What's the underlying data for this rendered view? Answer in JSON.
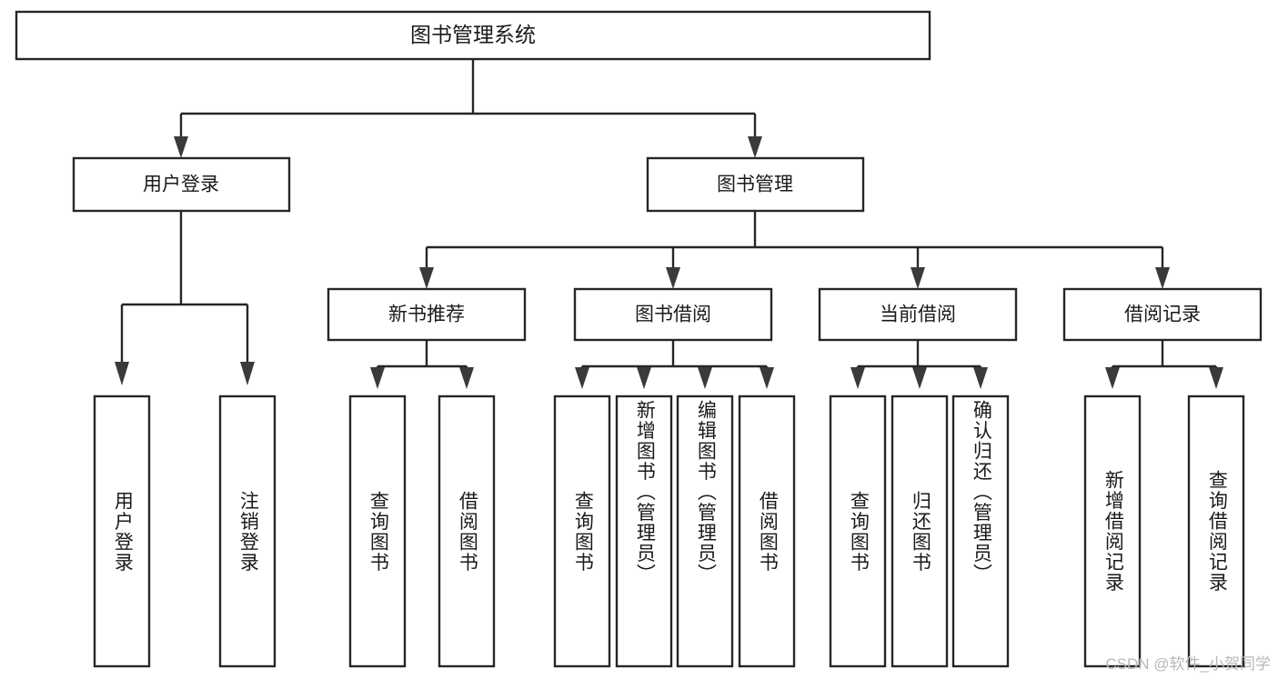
{
  "diagram": {
    "title": "图书管理系统",
    "type": "tree",
    "watermark": "CSDN @软件_小贺同学",
    "colors": {
      "box_stroke": "#262626",
      "box_fill": "#ffffff",
      "connector": "#262626",
      "text": "#1a1a1a",
      "watermark": "#b8b8b8",
      "background": "#ffffff"
    },
    "root": {
      "label": "图书管理系统",
      "level": 0
    },
    "level1": [
      {
        "label": "用户登录"
      },
      {
        "label": "图书管理"
      }
    ],
    "level2": [
      {
        "label": "新书推荐",
        "parent": "图书管理"
      },
      {
        "label": "图书借阅",
        "parent": "图书管理"
      },
      {
        "label": "当前借阅",
        "parent": "图书管理"
      },
      {
        "label": "借阅记录",
        "parent": "图书管理"
      }
    ],
    "leaves": {
      "user_login": [
        {
          "label": "用户登录"
        },
        {
          "label": "注销登录"
        }
      ],
      "new_book_recommend": [
        {
          "label": "查询图书"
        },
        {
          "label": "借阅图书"
        }
      ],
      "book_borrow": [
        {
          "label": "查询图书"
        },
        {
          "label": "新增图书（管理员）"
        },
        {
          "label": "编辑图书（管理员）"
        },
        {
          "label": "借阅图书"
        }
      ],
      "current_borrow": [
        {
          "label": "查询图书"
        },
        {
          "label": "归还图书"
        },
        {
          "label": "确认归还（管理员）"
        }
      ],
      "borrow_record": [
        {
          "label": "新增借阅记录"
        },
        {
          "label": "查询借阅记录"
        }
      ]
    }
  }
}
